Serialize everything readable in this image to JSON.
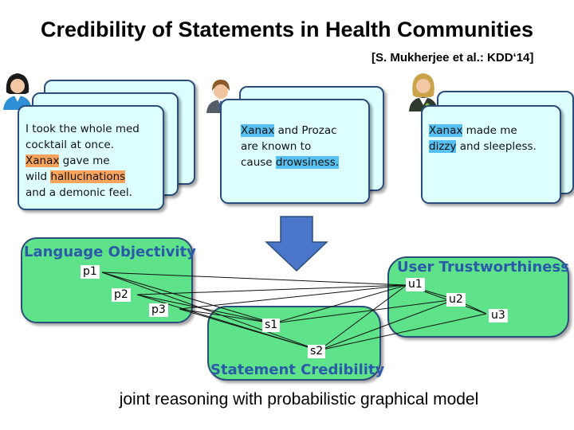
{
  "title": "Credibility of Statements in Health Communities",
  "citation": "[S. Mukherjee et al.: KDD‘14]",
  "users": [
    {
      "icon": "female-user-icon"
    },
    {
      "icon": "male-user-icon"
    },
    {
      "icon": "female-doctor-icon"
    }
  ],
  "posts": [
    {
      "lines": [
        [
          {
            "t": "I took the whole med"
          }
        ],
        [
          {
            "t": "cocktail at once."
          }
        ],
        [
          {
            "t": "Xanax",
            "hl": "orange"
          },
          {
            "t": " gave me"
          }
        ],
        [
          {
            "t": "wild "
          },
          {
            "t": "hallucinations",
            "hl": "orange"
          }
        ],
        [
          {
            "t": "and a demonic feel."
          }
        ]
      ]
    },
    {
      "lines": [
        [
          {
            "t": "Xanax",
            "hl": "blue"
          },
          {
            "t": " and Prozac"
          }
        ],
        [
          {
            "t": "are known to"
          }
        ],
        [
          {
            "t": "cause "
          },
          {
            "t": "drowsiness.",
            "hl": "blue"
          }
        ]
      ]
    },
    {
      "lines": [
        [
          {
            "t": "Xanax",
            "hl": "blue"
          },
          {
            "t": " made me"
          }
        ],
        [
          {
            "t": "dizzy",
            "hl": "blue"
          },
          {
            "t": " and sleepless."
          }
        ]
      ]
    }
  ],
  "panels": {
    "language": "Language Objectivity",
    "user": "User Trustworthiness",
    "statement": "Statement Credibility"
  },
  "nodes": {
    "p1": "p1",
    "p2": "p2",
    "p3": "p3",
    "u1": "u1",
    "u2": "u2",
    "u3": "u3",
    "s1": "s1",
    "s2": "s2"
  },
  "caption": "joint reasoning with probabilistic graphical model",
  "colors": {
    "card_fill": "#dcfefe",
    "panel_fill": "#5ee38a",
    "arrow_fill": "#4a77c9",
    "highlight_blue": "#56c0f0",
    "highlight_orange": "#f7a35c",
    "panel_label": "#2a5aa8"
  }
}
